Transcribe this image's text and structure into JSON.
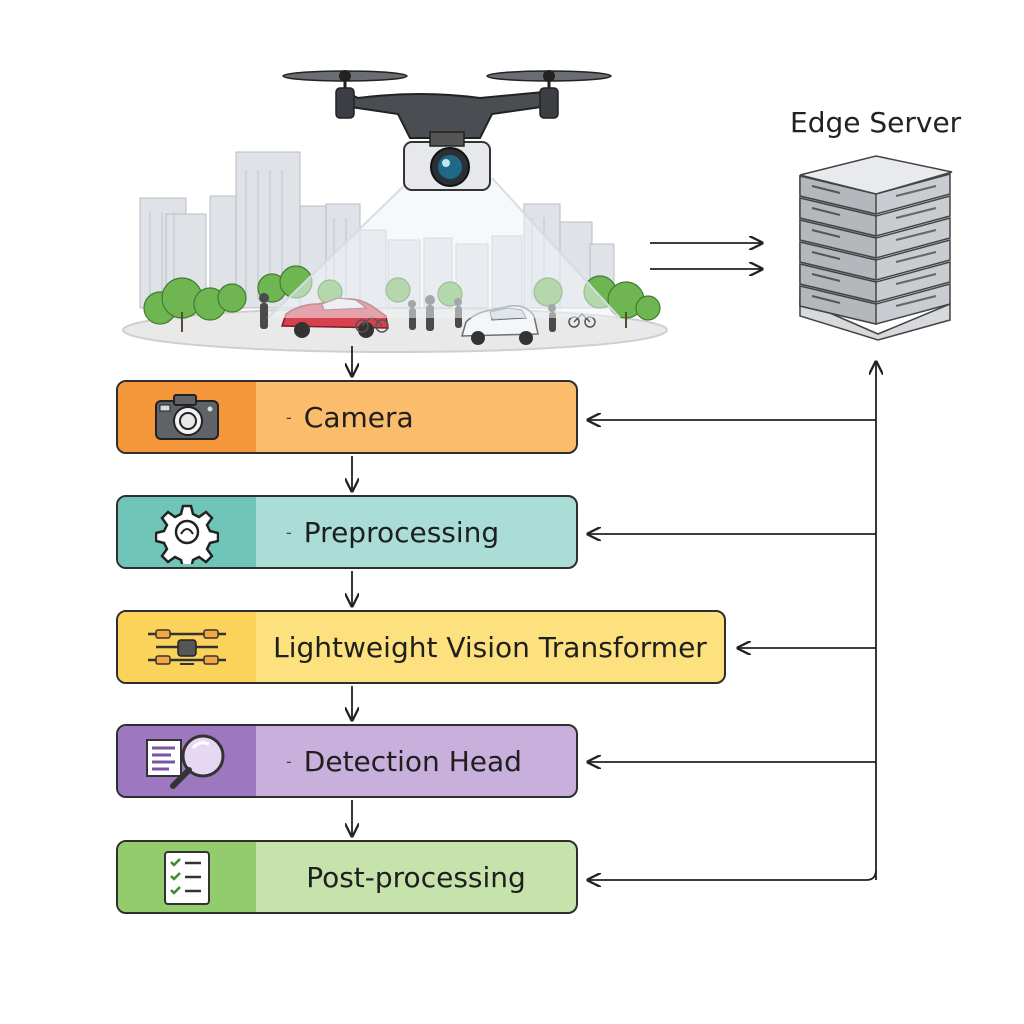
{
  "edge_server": {
    "label": "Edge Server"
  },
  "pipeline": {
    "stages": [
      {
        "label": "Camera",
        "icon": "camera-icon"
      },
      {
        "label": "Preprocessing",
        "icon": "gear-icon"
      },
      {
        "label": "Lightweight Vision Transformer",
        "icon": "drone-model-icon"
      },
      {
        "label": "Detection Head",
        "icon": "magnifier-icon"
      },
      {
        "label": "Post-processing",
        "icon": "checklist-icon"
      }
    ]
  },
  "colors": {
    "camera": "#f3973a",
    "preprocessing": "#6fc5b7",
    "vision_transformer": "#fbd35a",
    "detection_head": "#9d78c0",
    "post_processing": "#93cc6c"
  }
}
